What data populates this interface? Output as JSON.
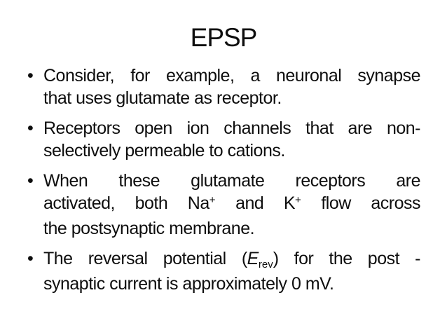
{
  "slide": {
    "title": "EPSP",
    "bullet_char": "•",
    "bullets": [
      {
        "lines": [
          {
            "segments": [
              {
                "text": "Consider, for example, a neuronal synapse"
              }
            ]
          },
          {
            "segments": [
              {
                "text": "that uses glutamate as receptor."
              }
            ]
          }
        ]
      },
      {
        "lines": [
          {
            "segments": [
              {
                "text": "Receptors open ion channels that are non-"
              }
            ]
          },
          {
            "segments": [
              {
                "text": "selectively permeable to cations."
              }
            ]
          }
        ]
      },
      {
        "lines": [
          {
            "segments": [
              {
                "text": "When these glutamate receptors are"
              }
            ]
          },
          {
            "segments": [
              {
                "text": "activated, both Na"
              },
              {
                "text": "+",
                "style": "sup"
              },
              {
                "text": " and K"
              },
              {
                "text": "+",
                "style": "sup"
              },
              {
                "text": " flow across"
              }
            ]
          },
          {
            "segments": [
              {
                "text": "the postsynaptic membrane."
              }
            ]
          }
        ]
      },
      {
        "lines": [
          {
            "segments": [
              {
                "text": "The reversal potential ("
              },
              {
                "text": "E",
                "style": "italic"
              },
              {
                "text": "rev",
                "style": "sub"
              },
              {
                "text": ") for the post -"
              }
            ]
          },
          {
            "segments": [
              {
                "text": "synaptic current is approximately 0 mV."
              }
            ]
          }
        ]
      }
    ]
  }
}
